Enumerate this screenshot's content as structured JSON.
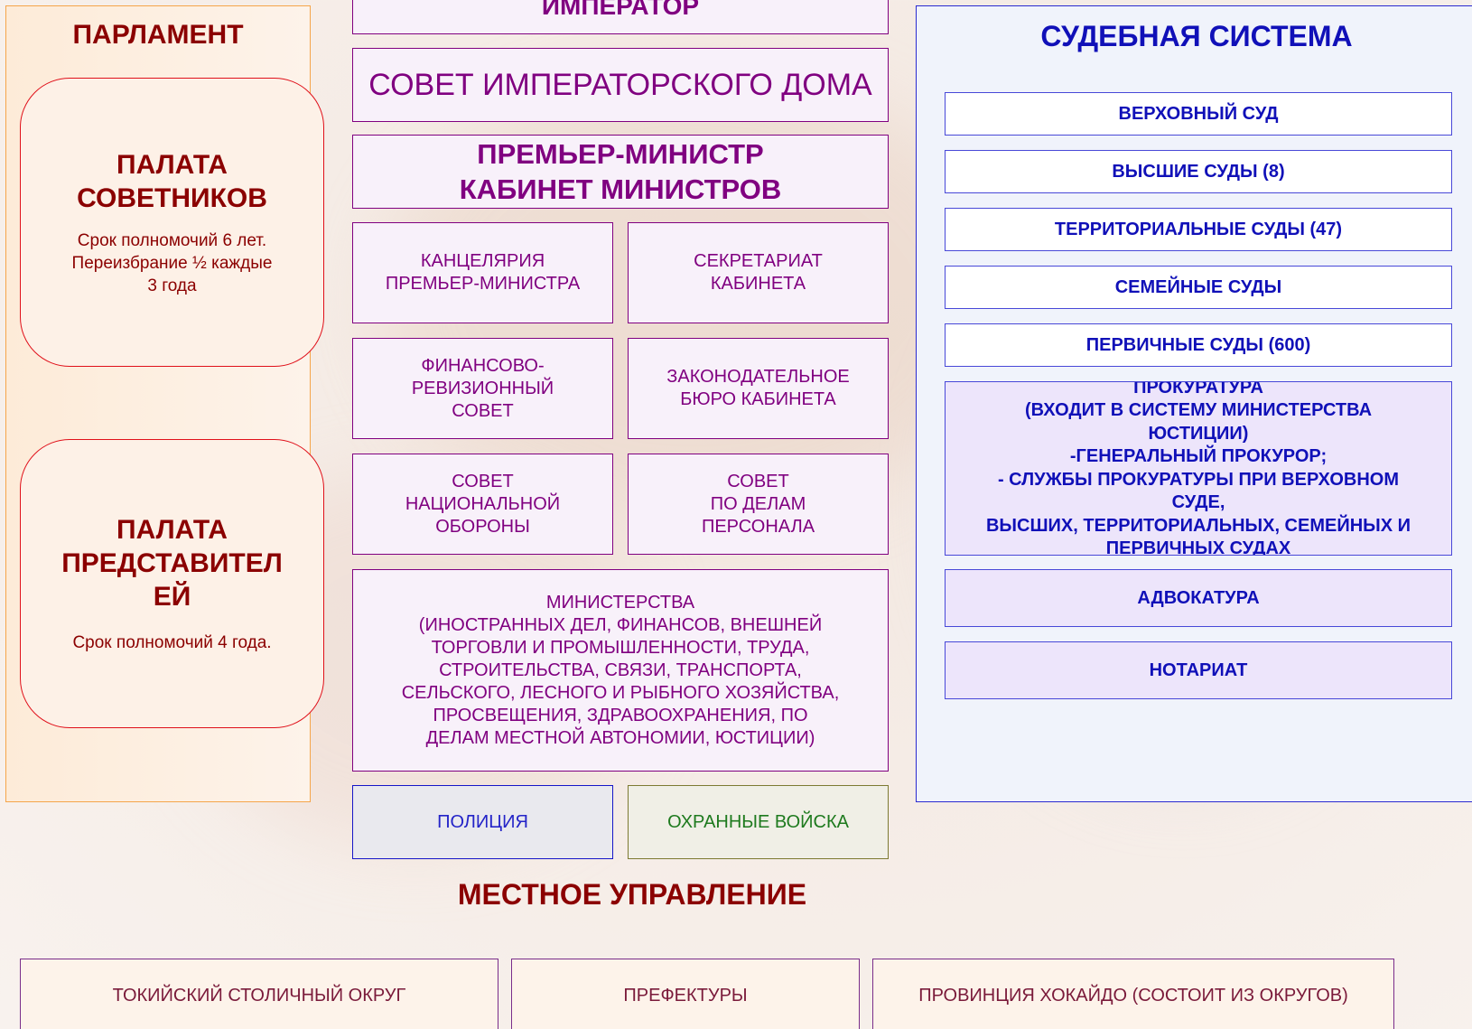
{
  "emperor": {
    "label": "ИМПЕРАТОР"
  },
  "parliament": {
    "title": "ПАРЛАМЕНТ",
    "councillors": {
      "title_line1": "ПАЛАТА",
      "title_line2": "СОВЕТНИКОВ",
      "note_line1": "Срок полномочий 6 лет.",
      "note_line2": "Переизбрание ½ каждые",
      "note_line3": "3 года"
    },
    "representatives": {
      "title_line1": "ПАЛАТА",
      "title_line2": "ПРЕДСТАВИТЕЛ",
      "title_line3": "ЕЙ",
      "note": "Срок полномочий 4 года."
    }
  },
  "executive": {
    "imperial_house_council": "СОВЕТ ИМПЕРАТОРСКОГО ДОМА",
    "prime_minister_line1": "ПРЕМЬЕР-МИНИСТР",
    "prime_minister_line2": "КАБИНЕТ МИНИСТРОВ",
    "chancellery": [
      "КАНЦЕЛЯРИЯ",
      "ПРЕМЬЕР-МИНИСТРА"
    ],
    "secretariat": [
      "СЕКРЕТАРИАТ",
      "КАБИНЕТА"
    ],
    "audit_council": [
      "ФИНАНСОВО-",
      "РЕВИЗИОННЫЙ",
      "СОВЕТ"
    ],
    "legislative_bureau": [
      "ЗАКОНОДАТЕЛЬНОЕ",
      "БЮРО КАБИНЕТА"
    ],
    "defense_council": [
      "СОВЕТ",
      "НАЦИОНАЛЬНОЙ",
      "ОБОРОНЫ"
    ],
    "personnel_council": [
      "СОВЕТ",
      "ПО ДЕЛАМ",
      "ПЕРСОНАЛА"
    ],
    "ministries": [
      "МИНИСТЕРСТВА",
      "(ИНОСТРАННЫХ ДЕЛ, ФИНАНСОВ, ВНЕШНЕЙ",
      "ТОРГОВЛИ И ПРОМЫШЛЕННОСТИ, ТРУДА,",
      "СТРОИТЕЛЬСТВА, СВЯЗИ, ТРАНСПОРТА,",
      "СЕЛЬСКОГО, ЛЕСНОГО И РЫБНОГО ХОЗЯЙСТВА,",
      "ПРОСВЕЩЕНИЯ, ЗДРАВООХРАНЕНИЯ, ПО",
      "ДЕЛАМ МЕСТНОЙ АВТОНОМИИ, ЮСТИЦИИ)"
    ],
    "police": "ПОЛИЦИЯ",
    "guards": "ОХРАННЫЕ ВОЙСКА"
  },
  "judicial": {
    "title": "СУДЕБНАЯ СИСТЕМА",
    "supreme_court": "ВЕРХОВНЫЙ СУД",
    "high_courts": "ВЫСШИЕ СУДЫ (8)",
    "district_courts": "ТЕРРИТОРИАЛЬНЫЕ СУДЫ (47)",
    "family_courts": "СЕМЕЙНЫЕ СУДЫ",
    "summary_courts": "ПЕРВИЧНЫЕ СУДЫ (600)",
    "prosecutor": [
      "ПРОКУРАТУРА",
      "(ВХОДИТ В СИСТЕМУ МИНИСТЕРСТВА",
      "ЮСТИЦИИ)",
      "-ГЕНЕРАЛЬНЫЙ ПРОКУРОР;",
      "- СЛУЖБЫ ПРОКУРАТУРЫ ПРИ ВЕРХОВНОМ",
      "СУДЕ,",
      "ВЫСШИХ, ТЕРРИТОРИАЛЬНЫХ, СЕМЕЙНЫХ И",
      "ПЕРВИЧНЫХ СУДАХ"
    ],
    "bar": "АДВОКАТУРА",
    "notary": "НОТАРИАТ"
  },
  "local": {
    "title": "МЕСТНОЕ УПРАВЛЕНИЕ",
    "tokyo": "ТОКИЙСКИЙ СТОЛИЧНЫЙ ОКРУГ",
    "prefectures": "ПРЕФЕКТУРЫ",
    "hokkaido": "ПРОВИНЦИЯ ХОКАЙДО (СОСТОИТ ИЗ ОКРУГОВ)"
  },
  "colors": {
    "parliament_text": "#8b0000",
    "parliament_border": "#f5a54a",
    "chamber_border": "#e0101a",
    "executive": "#800080",
    "judicial": "#1010b8",
    "police": "#2424c8",
    "guards": "#1e7a1e"
  }
}
